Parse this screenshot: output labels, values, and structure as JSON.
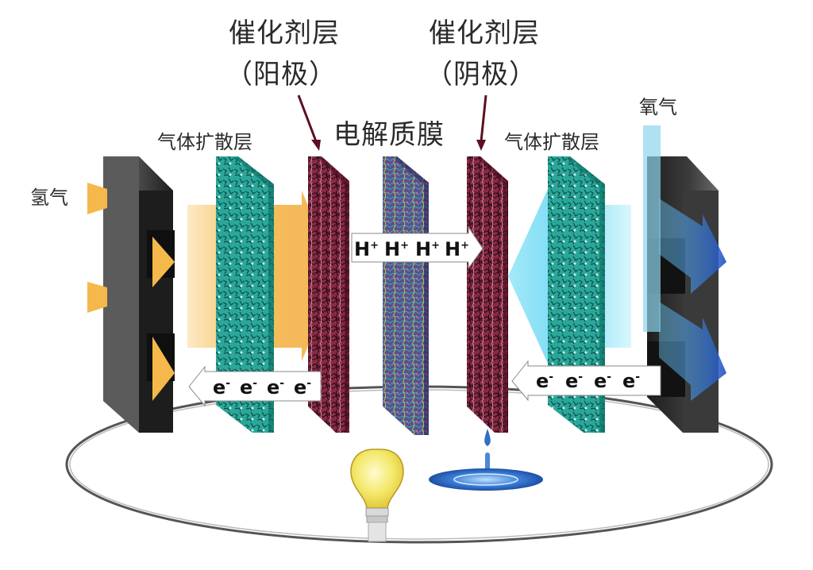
{
  "labels": {
    "catalyst_anode_line1": "催化剂层",
    "catalyst_anode_line2": "（阳极）",
    "catalyst_cathode_line1": "催化剂层",
    "catalyst_cathode_line2": "（阴极）",
    "membrane": "电解质膜",
    "gdl_left": "气体扩散层",
    "gdl_right": "气体扩散层",
    "hydrogen": "氢气",
    "oxygen": "氧气"
  },
  "ions": {
    "protons": [
      "H",
      "H",
      "H",
      "H"
    ],
    "proton_sup": "+",
    "electrons_left": [
      "e",
      "e",
      "e",
      "e"
    ],
    "electrons_right": [
      "e",
      "e",
      "e",
      "e"
    ],
    "electron_sup": "-"
  },
  "colors": {
    "hydrogen_flow": "#f5b84a",
    "oxygen_flow": "#5fd3f0",
    "oxygen_arrow": "#1f4fbf",
    "gdl_teal": "#2aa79a",
    "catalyst": "#8a2a45",
    "membrane": "#6a5aa0",
    "plate_dark": "#2e2e2e",
    "bulb": "#f3e86a",
    "water": "#2f6fc4"
  },
  "icons": [
    "arrow-down-icon",
    "light-bulb-icon",
    "water-drop-icon"
  ]
}
